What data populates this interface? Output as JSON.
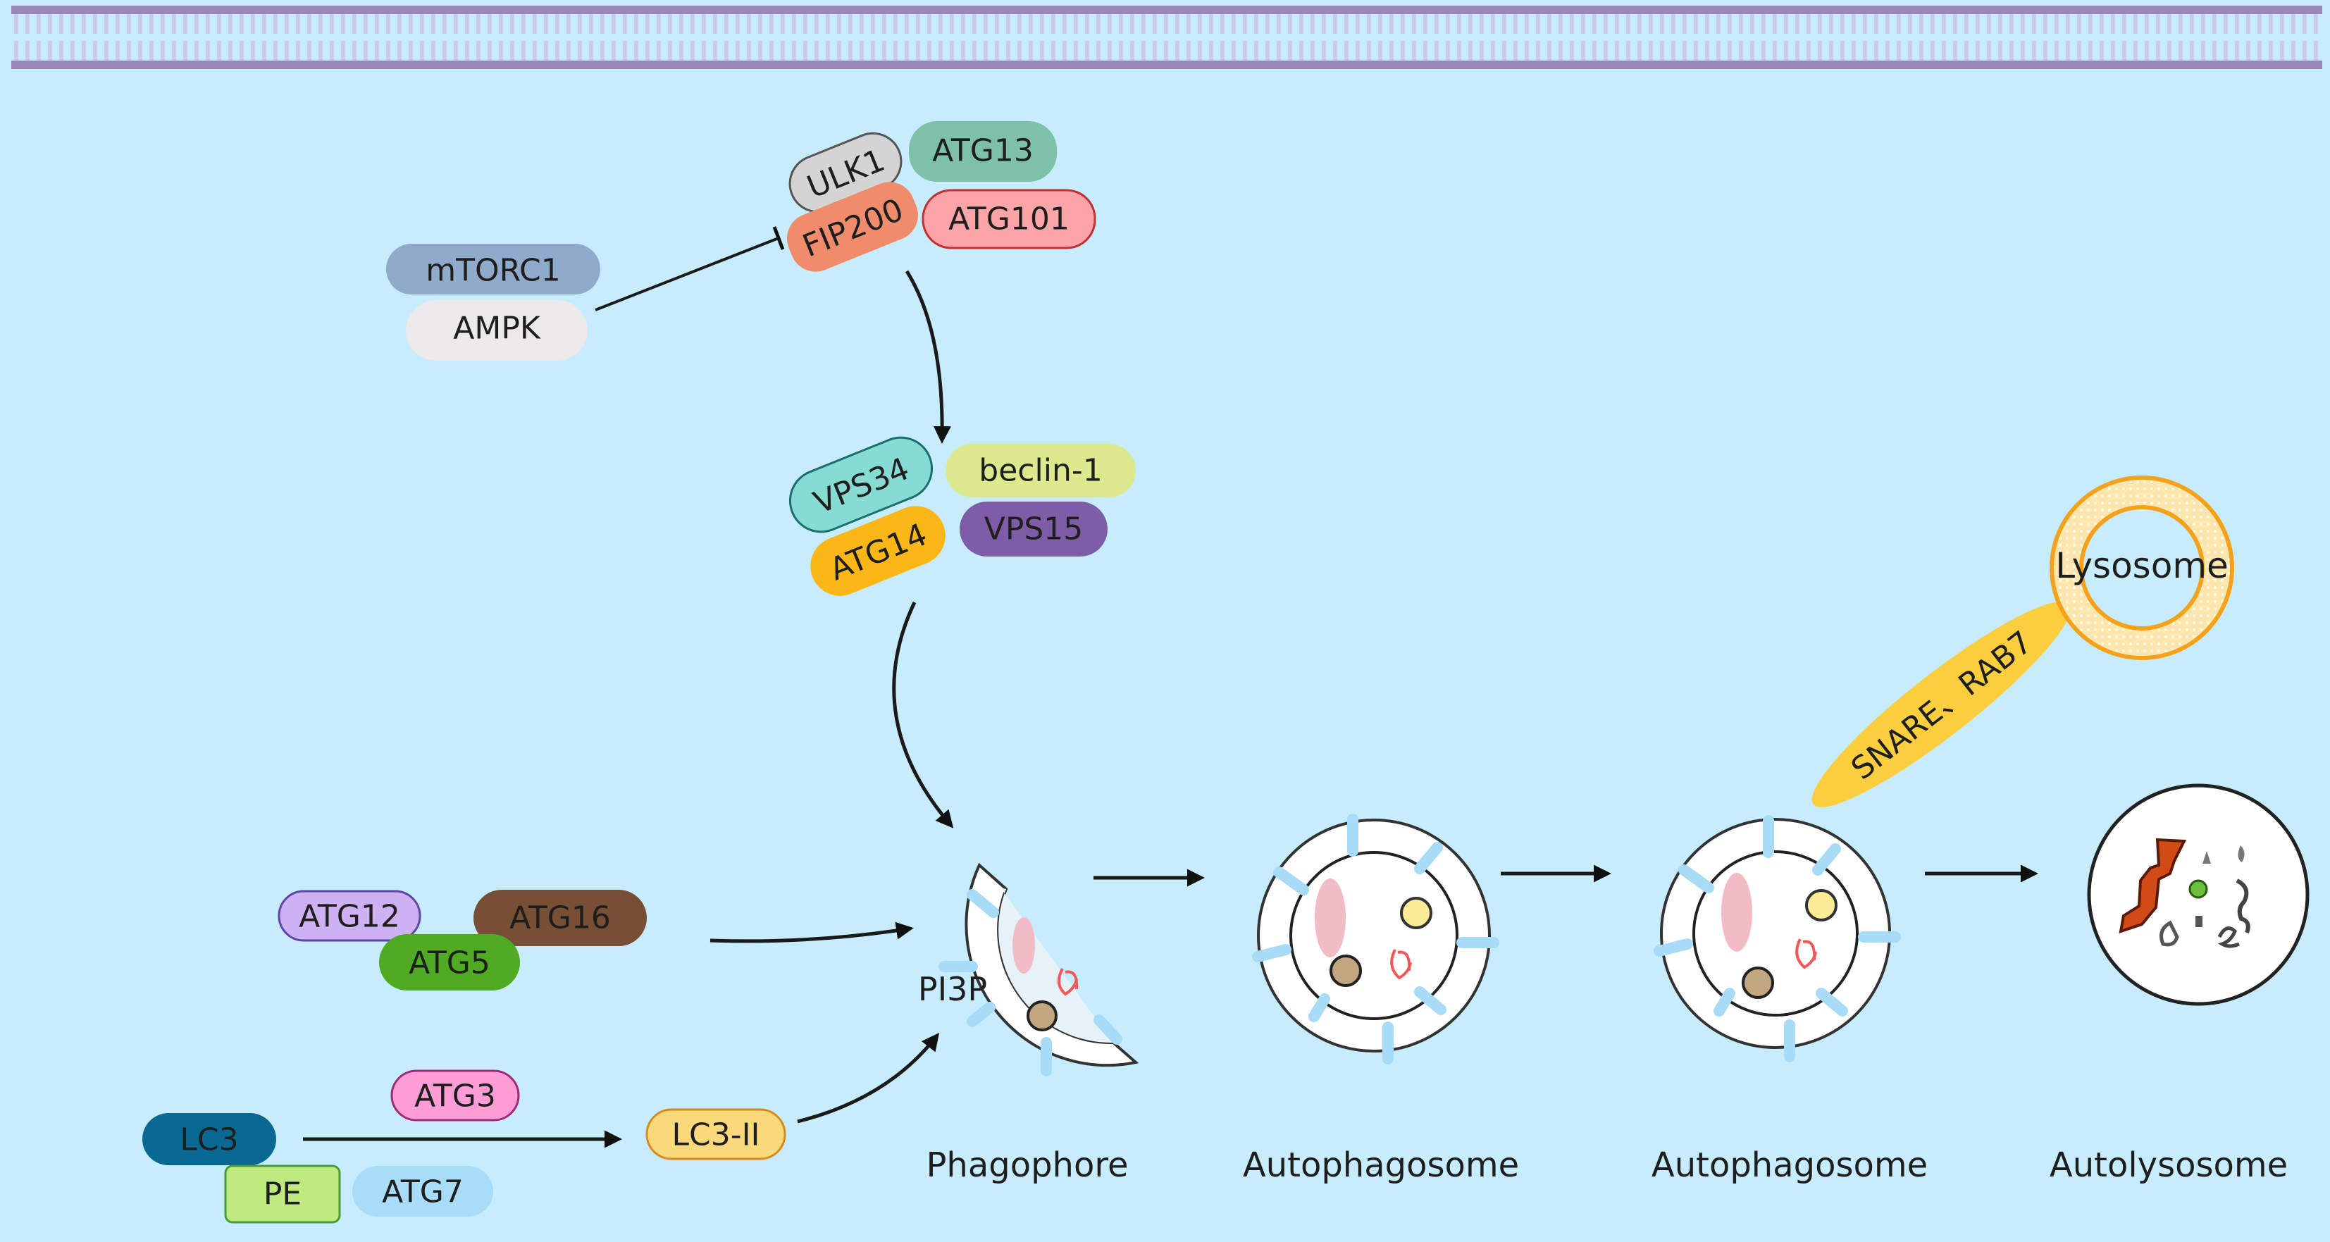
{
  "figure": {
    "title": "Autophagy pathway",
    "background_color": "#c6ecfd",
    "membrane_color": "#9a86b8"
  },
  "upstream": {
    "regulators": [
      {
        "id": "mtorc1",
        "label": "mTORC1",
        "color": "#8faacb"
      },
      {
        "id": "ampk",
        "label": "AMPK",
        "color": "#ebe9e9"
      }
    ],
    "ulk_complex": [
      {
        "id": "ulk1",
        "label": "ULK1",
        "color": "#d4d4d4"
      },
      {
        "id": "atg13",
        "label": "ATG13",
        "color": "#7ec1a9"
      },
      {
        "id": "fip200",
        "label": "FIP200",
        "color": "#f08c6c"
      },
      {
        "id": "atg101",
        "label": "ATG101",
        "color": "#fca5a8"
      }
    ],
    "pi3k_complex": [
      {
        "id": "vps34",
        "label": "VPS34",
        "color": "#86dbd2"
      },
      {
        "id": "beclin1",
        "label": "beclin-1",
        "color": "#dce98c"
      },
      {
        "id": "atg14",
        "label": "ATG14",
        "color": "#fbb717"
      },
      {
        "id": "vps15",
        "label": "VPS15",
        "color": "#7e5da6"
      }
    ]
  },
  "conjugation": {
    "atg12_system": [
      {
        "id": "atg12",
        "label": "ATG12",
        "color": "#cdb1f2"
      },
      {
        "id": "atg16",
        "label": "ATG16",
        "color": "#764f35"
      },
      {
        "id": "atg5",
        "label": "ATG5",
        "color": "#4eab22"
      }
    ],
    "lc3_system": [
      {
        "id": "lc3",
        "label": "LC3",
        "color": "#0a6993"
      },
      {
        "id": "atg3",
        "label": "ATG3",
        "color": "#fc9dd5"
      },
      {
        "id": "pe",
        "label": "PE",
        "color": "#bfea80"
      },
      {
        "id": "atg7",
        "label": "ATG7",
        "color": "#a9dcf9"
      },
      {
        "id": "lc3ii",
        "label": "LC3-II",
        "color": "#f9d97a"
      }
    ]
  },
  "stages": [
    {
      "id": "phagophore",
      "label": "Phagophore",
      "annotation": "PI3P"
    },
    {
      "id": "autophagosome-1",
      "label": "Autophagosome"
    },
    {
      "id": "autophagosome-2",
      "label": "Autophagosome"
    },
    {
      "id": "autolysosome",
      "label": "Autolysosome"
    }
  ],
  "lysosome": {
    "label": "Lysosome",
    "color": "#f4a21c",
    "fusion_factor": {
      "label": "SNARE、RAB7",
      "color": "#fbce3e"
    }
  }
}
